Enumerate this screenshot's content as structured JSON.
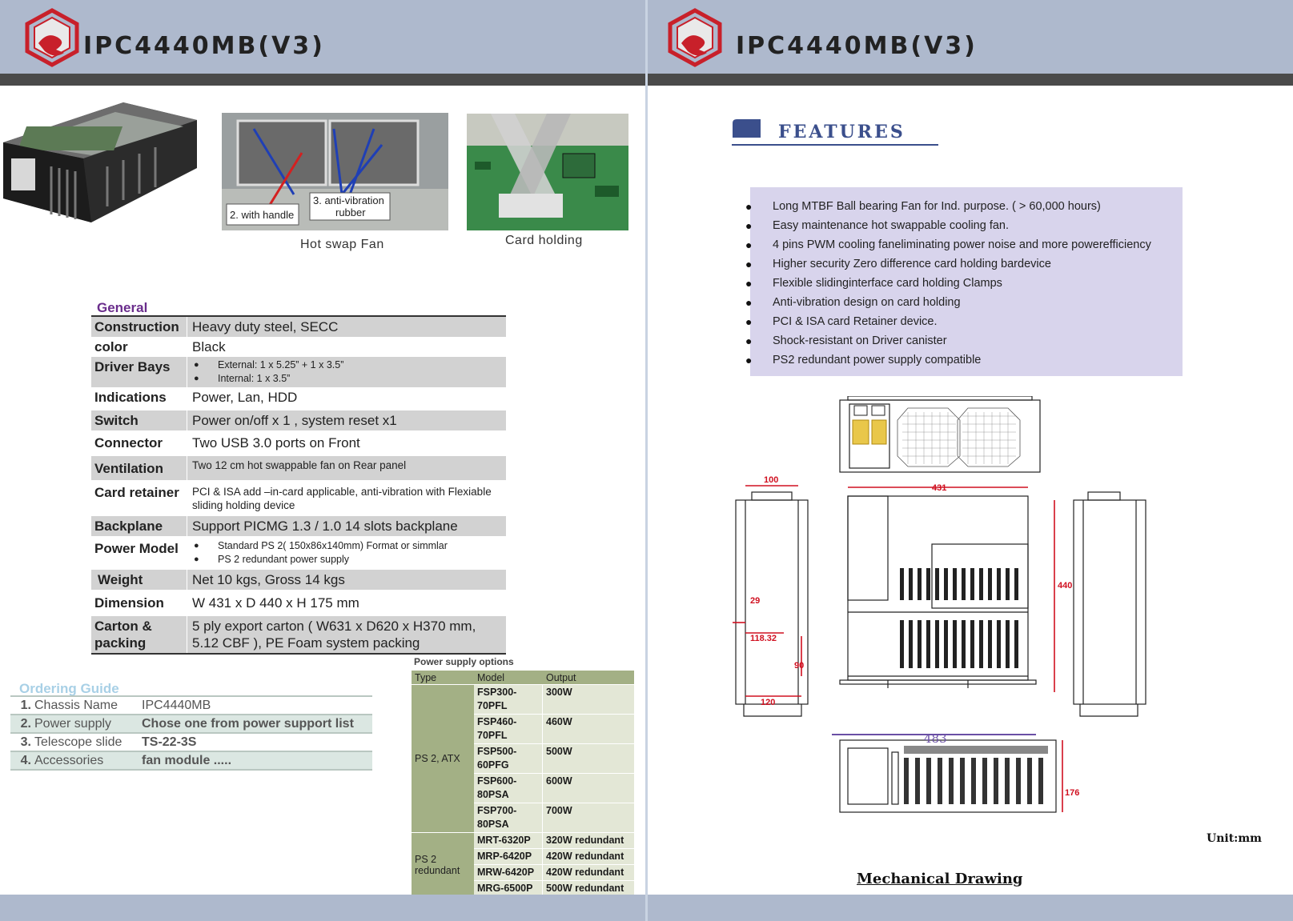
{
  "model": "IPC4440MB(V3)",
  "captions": {
    "hot_swap_fan": "Hot swap Fan",
    "card_holding": "Card holding",
    "label_handle": "2. with handle",
    "label_rubber_1": "3. anti-vibration",
    "label_rubber_2": "rubber"
  },
  "general": {
    "title": "General",
    "rows": [
      {
        "key": "Construction",
        "value": "Heavy duty steel, SECC"
      },
      {
        "key": "color",
        "value": "Black"
      },
      {
        "key": "Driver Bays",
        "bullets": [
          "External: 1 x 5.25” + 1 x 3.5”",
          "Internal: 1 x 3.5”"
        ]
      },
      {
        "key": "Indications",
        "value": "Power, Lan, HDD"
      },
      {
        "key": "Switch",
        "value": "Power on/off x 1 , system reset x1"
      },
      {
        "key": "Connector",
        "value": "Two USB 3.0 ports on Front"
      },
      {
        "key": "Ventilation",
        "value": "Two 12 cm hot swappable fan on Rear panel"
      },
      {
        "key": "Card retainer",
        "value": "PCI & ISA add –in-card applicable, anti-vibration with Flexiable sliding holding device"
      },
      {
        "key": "Backplane",
        "value": "Support PICMG 1.3 / 1.0  14 slots backplane"
      },
      {
        "key": "Power Model",
        "bullets": [
          "Standard PS 2( 150x86x140mm) Format or simmlar",
          "PS 2 redundant power supply"
        ]
      },
      {
        "key": "Weight",
        "value": "Net 10 kgs, Gross 14 kgs"
      },
      {
        "key": "Dimension",
        "value": "W 431 x D 440 x H 175 mm"
      },
      {
        "key": "Carton  &  packing",
        "value": "5 ply export carton ( W631 x D620 x H370 mm, 5.12 CBF  ), PE Foam system packing"
      }
    ]
  },
  "ordering": {
    "title": "Ordering Guide",
    "rows": [
      {
        "num": "1.",
        "key": "Chassis Name",
        "value": "IPC4440MB"
      },
      {
        "num": "2.",
        "key": "Power supply",
        "value": "Chose one from power support list"
      },
      {
        "num": "3.",
        "key": "Telescope slide",
        "value": "TS-22-3S"
      },
      {
        "num": "4.",
        "key": "Accessories",
        "value": "fan module ....."
      }
    ]
  },
  "power": {
    "title": "Power supply options",
    "headers": [
      "Type",
      "Model",
      "Output"
    ],
    "groups": [
      {
        "type": "PS 2, ATX",
        "rows": [
          {
            "model": "FSP300-70PFL",
            "output": "300W"
          },
          {
            "model": "FSP460-70PFL",
            "output": "460W"
          },
          {
            "model": "FSP500-60PFG",
            "output": "500W"
          },
          {
            "model": "FSP600-80PSA",
            "output": "600W"
          },
          {
            "model": "FSP700-80PSA",
            "output": "700W"
          }
        ]
      },
      {
        "type": "PS 2 redundant",
        "rows": [
          {
            "model": "MRT-6320P",
            "output": "320W redundant"
          },
          {
            "model": "MRP-6420P",
            "output": "420W redundant"
          },
          {
            "model": "MRW-6420P",
            "output": "420W redundant"
          },
          {
            "model": "MRG-6500P",
            "output": "500W redundant"
          }
        ]
      }
    ]
  },
  "features": {
    "title": "FEATURES",
    "items": [
      "Long MTBF Ball bearing Fan for Ind. purpose. ( > 60,000 hours)",
      "Easy maintenance hot swappable cooling fan.",
      "4 pins PWM cooling faneliminating power noise and more powerefficiency",
      "Higher security Zero difference card holding bardevice",
      "Flexible slidinginterface card holding Clamps",
      "Anti-vibration design on card holding",
      "PCI & ISA card Retainer device.",
      "Shock-resistant on Driver canister",
      "PS2 redundant power supply compatible"
    ]
  },
  "drawing": {
    "dims": {
      "d100": "100",
      "d431": "431",
      "d440": "440",
      "d29": "29",
      "d118": "118.32",
      "d90": "90",
      "d120": "120",
      "d483": "483",
      "d176": "176"
    },
    "unit": "Unit:mm",
    "title": "Mechanical Drawing"
  },
  "colors": {
    "header": "#aeb9cd",
    "bar": "#4a4a4a",
    "accent_purple": "#6a2d8c",
    "dim_red": "#d01020",
    "feature_bg": "#d8d4ec"
  }
}
